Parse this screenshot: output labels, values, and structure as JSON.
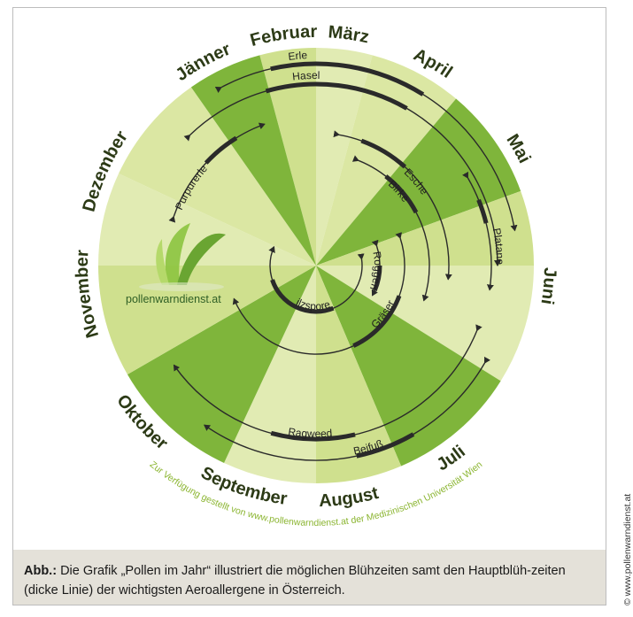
{
  "months": [
    {
      "name": "Jänner",
      "angle": -29
    },
    {
      "name": "Februar",
      "angle": -8
    },
    {
      "name": "März",
      "angle": 8
    },
    {
      "name": "April",
      "angle": 30
    },
    {
      "name": "Mai",
      "angle": 60
    },
    {
      "name": "Juni",
      "angle": 95
    },
    {
      "name": "Juli",
      "angle": 145
    },
    {
      "name": "August",
      "angle": 172
    },
    {
      "name": "September",
      "angle": 198
    },
    {
      "name": "Oktober",
      "angle": 228
    },
    {
      "name": "November",
      "angle": 263
    },
    {
      "name": "Dezember",
      "angle": 294
    }
  ],
  "sectors": [
    {
      "from": -15,
      "to": 0,
      "color": "#cfe08e"
    },
    {
      "from": 0,
      "to": 15,
      "color": "#e1ebb3"
    },
    {
      "from": 15,
      "to": 40,
      "color": "#dbe7a3"
    },
    {
      "from": 40,
      "to": 70,
      "color": "#7fb53b"
    },
    {
      "from": 70,
      "to": 90,
      "color": "#cfe08e"
    },
    {
      "from": 90,
      "to": 122,
      "color": "#e1ebb3"
    },
    {
      "from": 122,
      "to": 157,
      "color": "#7fb53b"
    },
    {
      "from": 157,
      "to": 180,
      "color": "#cfe08e"
    },
    {
      "from": 180,
      "to": 205,
      "color": "#e1ebb3"
    },
    {
      "from": 205,
      "to": 240,
      "color": "#7fb53b"
    },
    {
      "from": 240,
      "to": 270,
      "color": "#cfe08e"
    },
    {
      "from": 270,
      "to": 295,
      "color": "#e1ebb3"
    },
    {
      "from": 295,
      "to": 325,
      "color": "#dbe7a3"
    },
    {
      "from": 325,
      "to": 345,
      "color": "#7fb53b"
    }
  ],
  "pollen": [
    {
      "name": "Erle",
      "r": 228,
      "from": -28,
      "to": 80,
      "main_from": -13,
      "main_to": 32,
      "label_angle": -5,
      "label_side": "out"
    },
    {
      "name": "Hasel",
      "r": 205,
      "from": -44,
      "to": 90,
      "main_from": -16,
      "main_to": 30,
      "label_angle": -3,
      "label_side": "out"
    },
    {
      "name": "Purpurerle",
      "r": 170,
      "from": -71,
      "to": -20,
      "main_from": -47,
      "main_to": -32,
      "label_angle": -58,
      "label_side": "in"
    },
    {
      "name": "Esche",
      "r": 150,
      "from": 10,
      "to": 96,
      "main_from": 20,
      "main_to": 42,
      "label_angle": 50,
      "label_side": "in"
    },
    {
      "name": "Birke",
      "r": 128,
      "from": 22,
      "to": 108,
      "main_from": 38,
      "main_to": 62,
      "label_angle": 48,
      "label_side": "in"
    },
    {
      "name": "Platane",
      "r": 198,
      "from": 60,
      "to": 98,
      "main_from": 68,
      "main_to": 76,
      "label_angle": 84,
      "label_side": "out"
    },
    {
      "name": "Roggen",
      "r": 72,
      "from": 72,
      "to": 118,
      "main_from": 90,
      "main_to": 113,
      "label_angle": 95,
      "label_side": "in"
    },
    {
      "name": "Gräser",
      "r": 100,
      "from": 72,
      "to": 248,
      "main_from": 110,
      "main_to": 155,
      "label_angle": 126,
      "label_side": "in"
    },
    {
      "name": "Pilzsporen",
      "r": 52,
      "from": 82,
      "to": 294,
      "main_from": 158,
      "main_to": 252,
      "label_angle": 185,
      "label_side": "in"
    },
    {
      "name": "Ragweed",
      "r": 196,
      "from": 112,
      "to": 235,
      "main_from": 167,
      "main_to": 195,
      "label_angle": 182,
      "label_side": "in"
    },
    {
      "name": "Beifuß",
      "r": 220,
      "from": 120,
      "to": 215,
      "main_from": 150,
      "main_to": 168,
      "label_angle": 164,
      "label_side": "in"
    }
  ],
  "logo_text": "pollenwarndienst.at",
  "credit": "Zur Verfügung gestellt von www.pollenwarndienst.at der Medizinischen Universität Wien",
  "caption": {
    "prefix": "Abb.:",
    "text": "Die Grafik „Pollen im Jahr“ illustriert die möglichen Blühzeiten samt den Hauptblüh-zeiten (dicke Linie) der wichtigsten Aeroallergene in Österreich."
  },
  "copyright": "© www.pollenwarndienst.at",
  "colors": {
    "main_line": "#2a2a2a",
    "thin_line": "#2a2a2a",
    "month_text": "#2c3a16",
    "credit_text": "#8bb531"
  }
}
